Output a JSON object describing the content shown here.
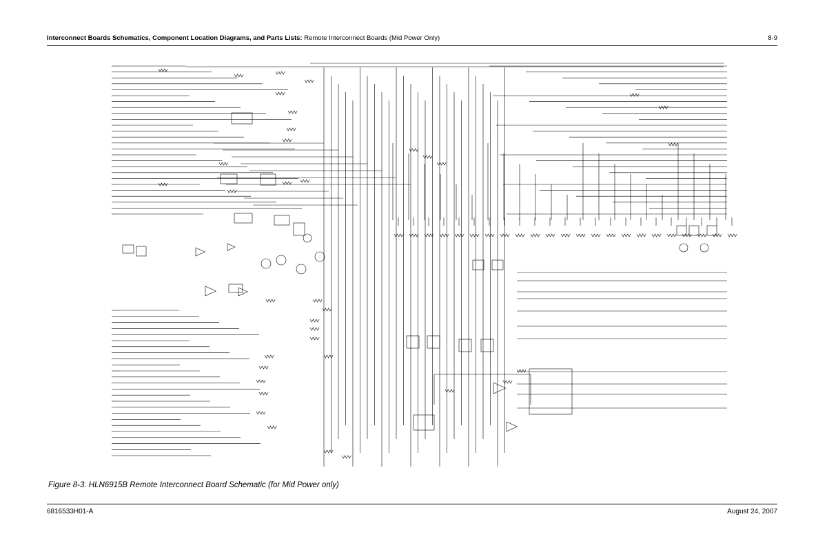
{
  "header": {
    "title_bold": "Interconnect Boards Schematics, Component Location Diagrams, and Parts Lists:",
    "title_rest": " Remote Interconnect Boards (Mid Power Only)",
    "page_number": "8-9"
  },
  "figure": {
    "caption": "Figure 8-3. HLN6915B Remote Interconnect Board Schematic (for Mid Power only)"
  },
  "footer": {
    "doc_number": "6816533H01-A",
    "date": "August 24, 2007"
  }
}
